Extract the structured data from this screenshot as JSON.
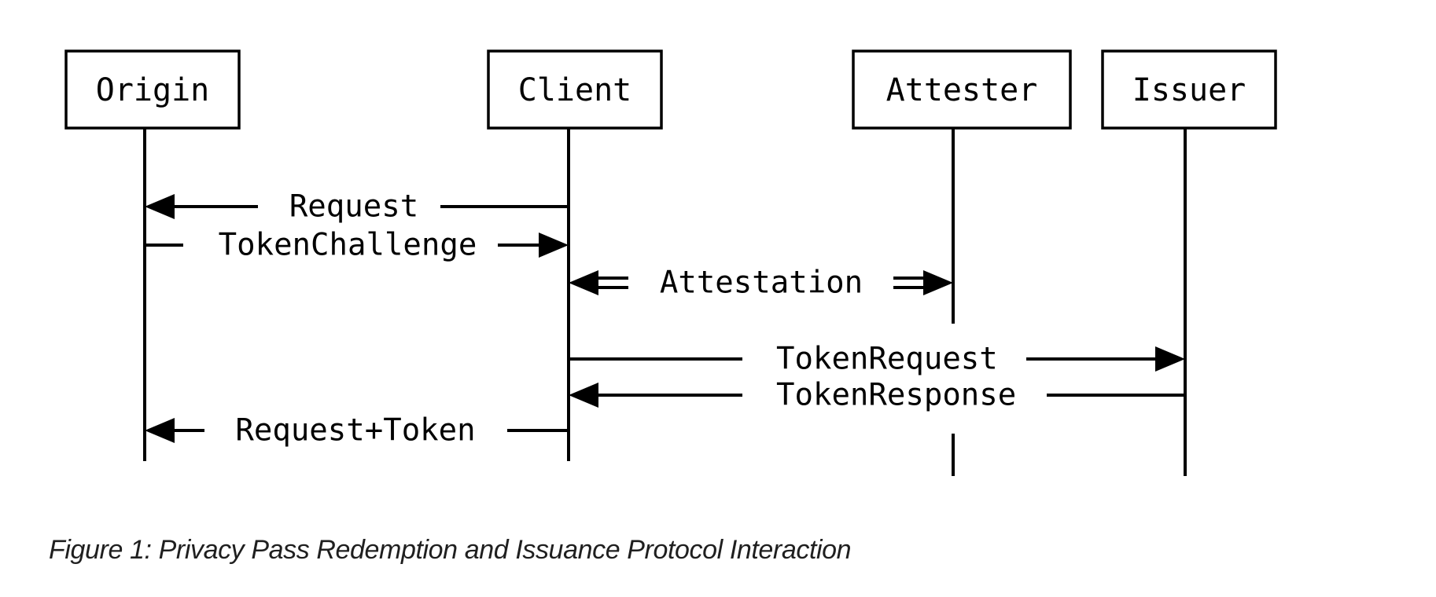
{
  "figure": {
    "type": "sequence-diagram",
    "caption": "Figure 1: Privacy Pass Redemption and Issuance Protocol Interaction",
    "colors": {
      "background": "#ffffff",
      "line": "#000000",
      "text": "#000000",
      "caption_text": "#1f1f1f"
    },
    "actors": [
      {
        "name": "Origin"
      },
      {
        "name": "Client"
      },
      {
        "name": "Attester"
      },
      {
        "name": "Issuer"
      }
    ],
    "messages": [
      {
        "label": "Request",
        "from": "Client",
        "to": "Origin",
        "arrow": "single"
      },
      {
        "label": "TokenChallenge",
        "from": "Origin",
        "to": "Client",
        "arrow": "single"
      },
      {
        "label": "Attestation",
        "from": "Client",
        "to": "Attester",
        "arrow": "double-line-bidirectional"
      },
      {
        "label": "TokenRequest",
        "from": "Client",
        "to": "Issuer",
        "arrow": "single"
      },
      {
        "label": "TokenResponse",
        "from": "Issuer",
        "to": "Client",
        "arrow": "single"
      },
      {
        "label": "Request+Token",
        "from": "Client",
        "to": "Origin",
        "arrow": "single"
      }
    ]
  }
}
